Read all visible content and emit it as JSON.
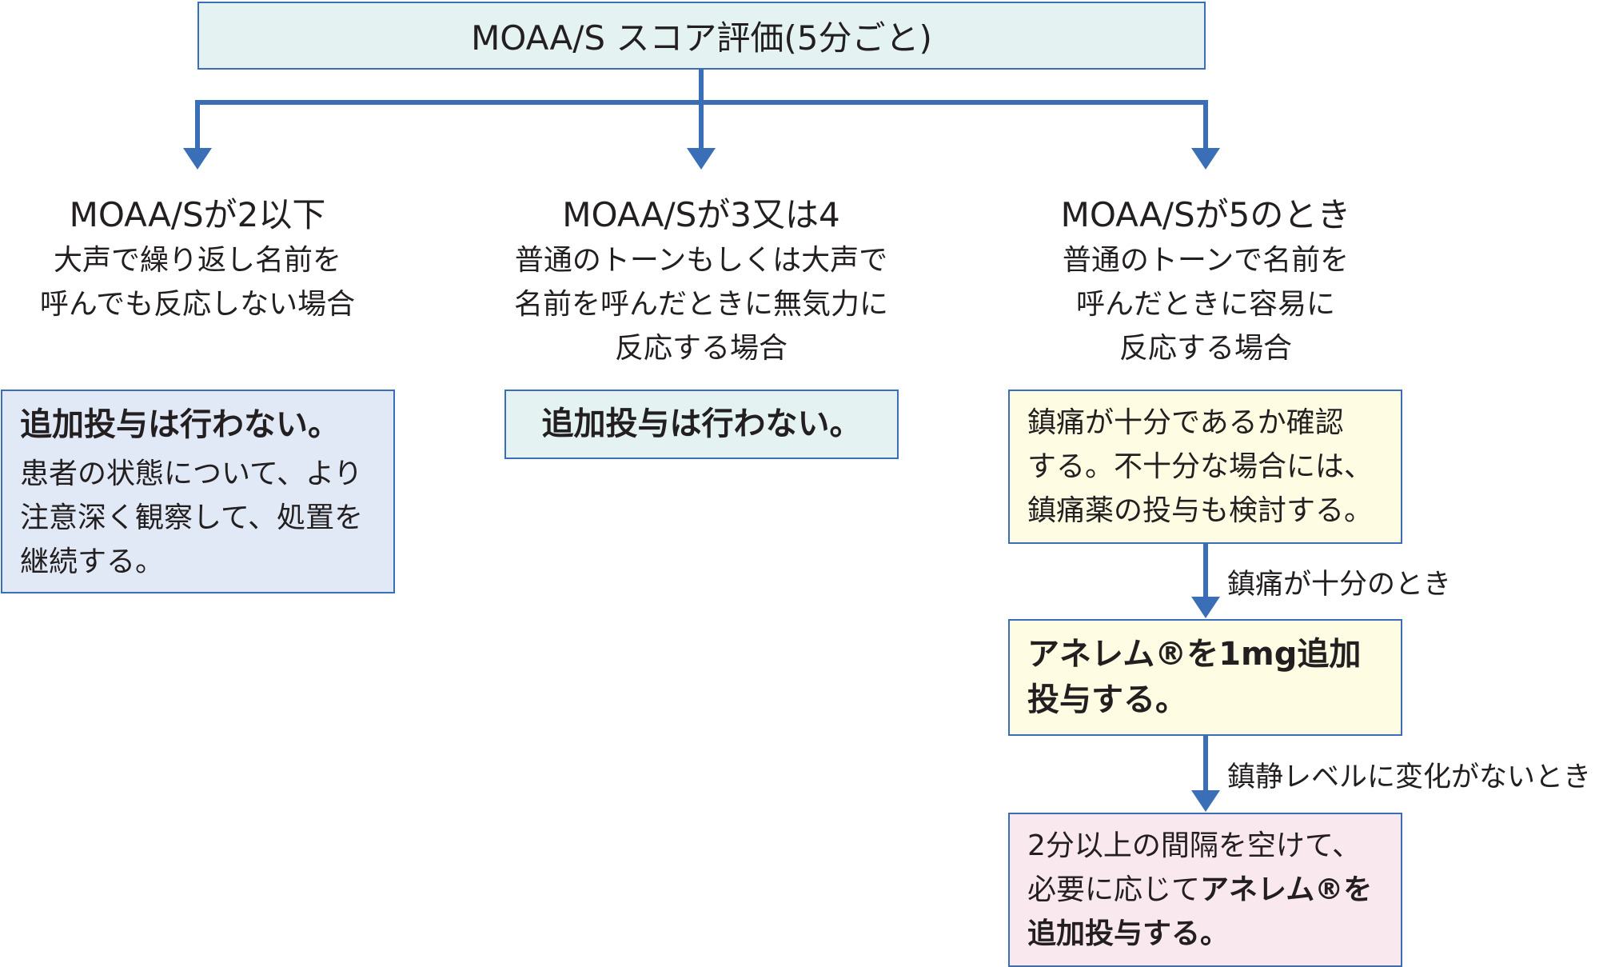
{
  "top": {
    "title": "MOAA/S スコア評価(5分ごと)"
  },
  "branches": [
    {
      "heading": "MOAA/Sが2以下",
      "condition": [
        "大声で繰り返し名前を",
        "呼んでも反応しない場合"
      ],
      "box_bold": "追加投与は行わない。",
      "box_lines": [
        "患者の状態について、より",
        "注意深く観察して、処置を",
        "継続する。"
      ]
    },
    {
      "heading": "MOAA/Sが3又は4",
      "condition": [
        "普通のトーンもしくは大声で",
        "名前を呼んだときに無気力に",
        "反応する場合"
      ],
      "box_bold": "追加投与は行わない。"
    },
    {
      "heading": "MOAA/Sが5のとき",
      "condition": [
        "普通のトーンで名前を",
        "呼んだときに容易に",
        "反応する場合"
      ],
      "box_lines": [
        "鎮痛が十分であるか確認",
        "する。不十分な場合には、",
        "鎮痛薬の投与も検討する。"
      ]
    }
  ],
  "flow": {
    "arrow1_label": "鎮痛が十分のとき",
    "box2_lines": [
      "アネレム®を1mg追加",
      "投与する。"
    ],
    "arrow2_label": "鎮静レベルに変化がないとき",
    "box3_line1": "2分以上の間隔を空けて、",
    "box3_line2_normal": "必要に応じて",
    "box3_line2_bold": "アネレム®を",
    "box3_line3": "追加投与する。"
  },
  "colors": {
    "line": "#3a6fb7",
    "teal_fill": "#e4f2f2",
    "blue_fill": "#e1e9f6",
    "yellow_fill": "#fefde3",
    "pink_fill": "#fae8ef"
  }
}
